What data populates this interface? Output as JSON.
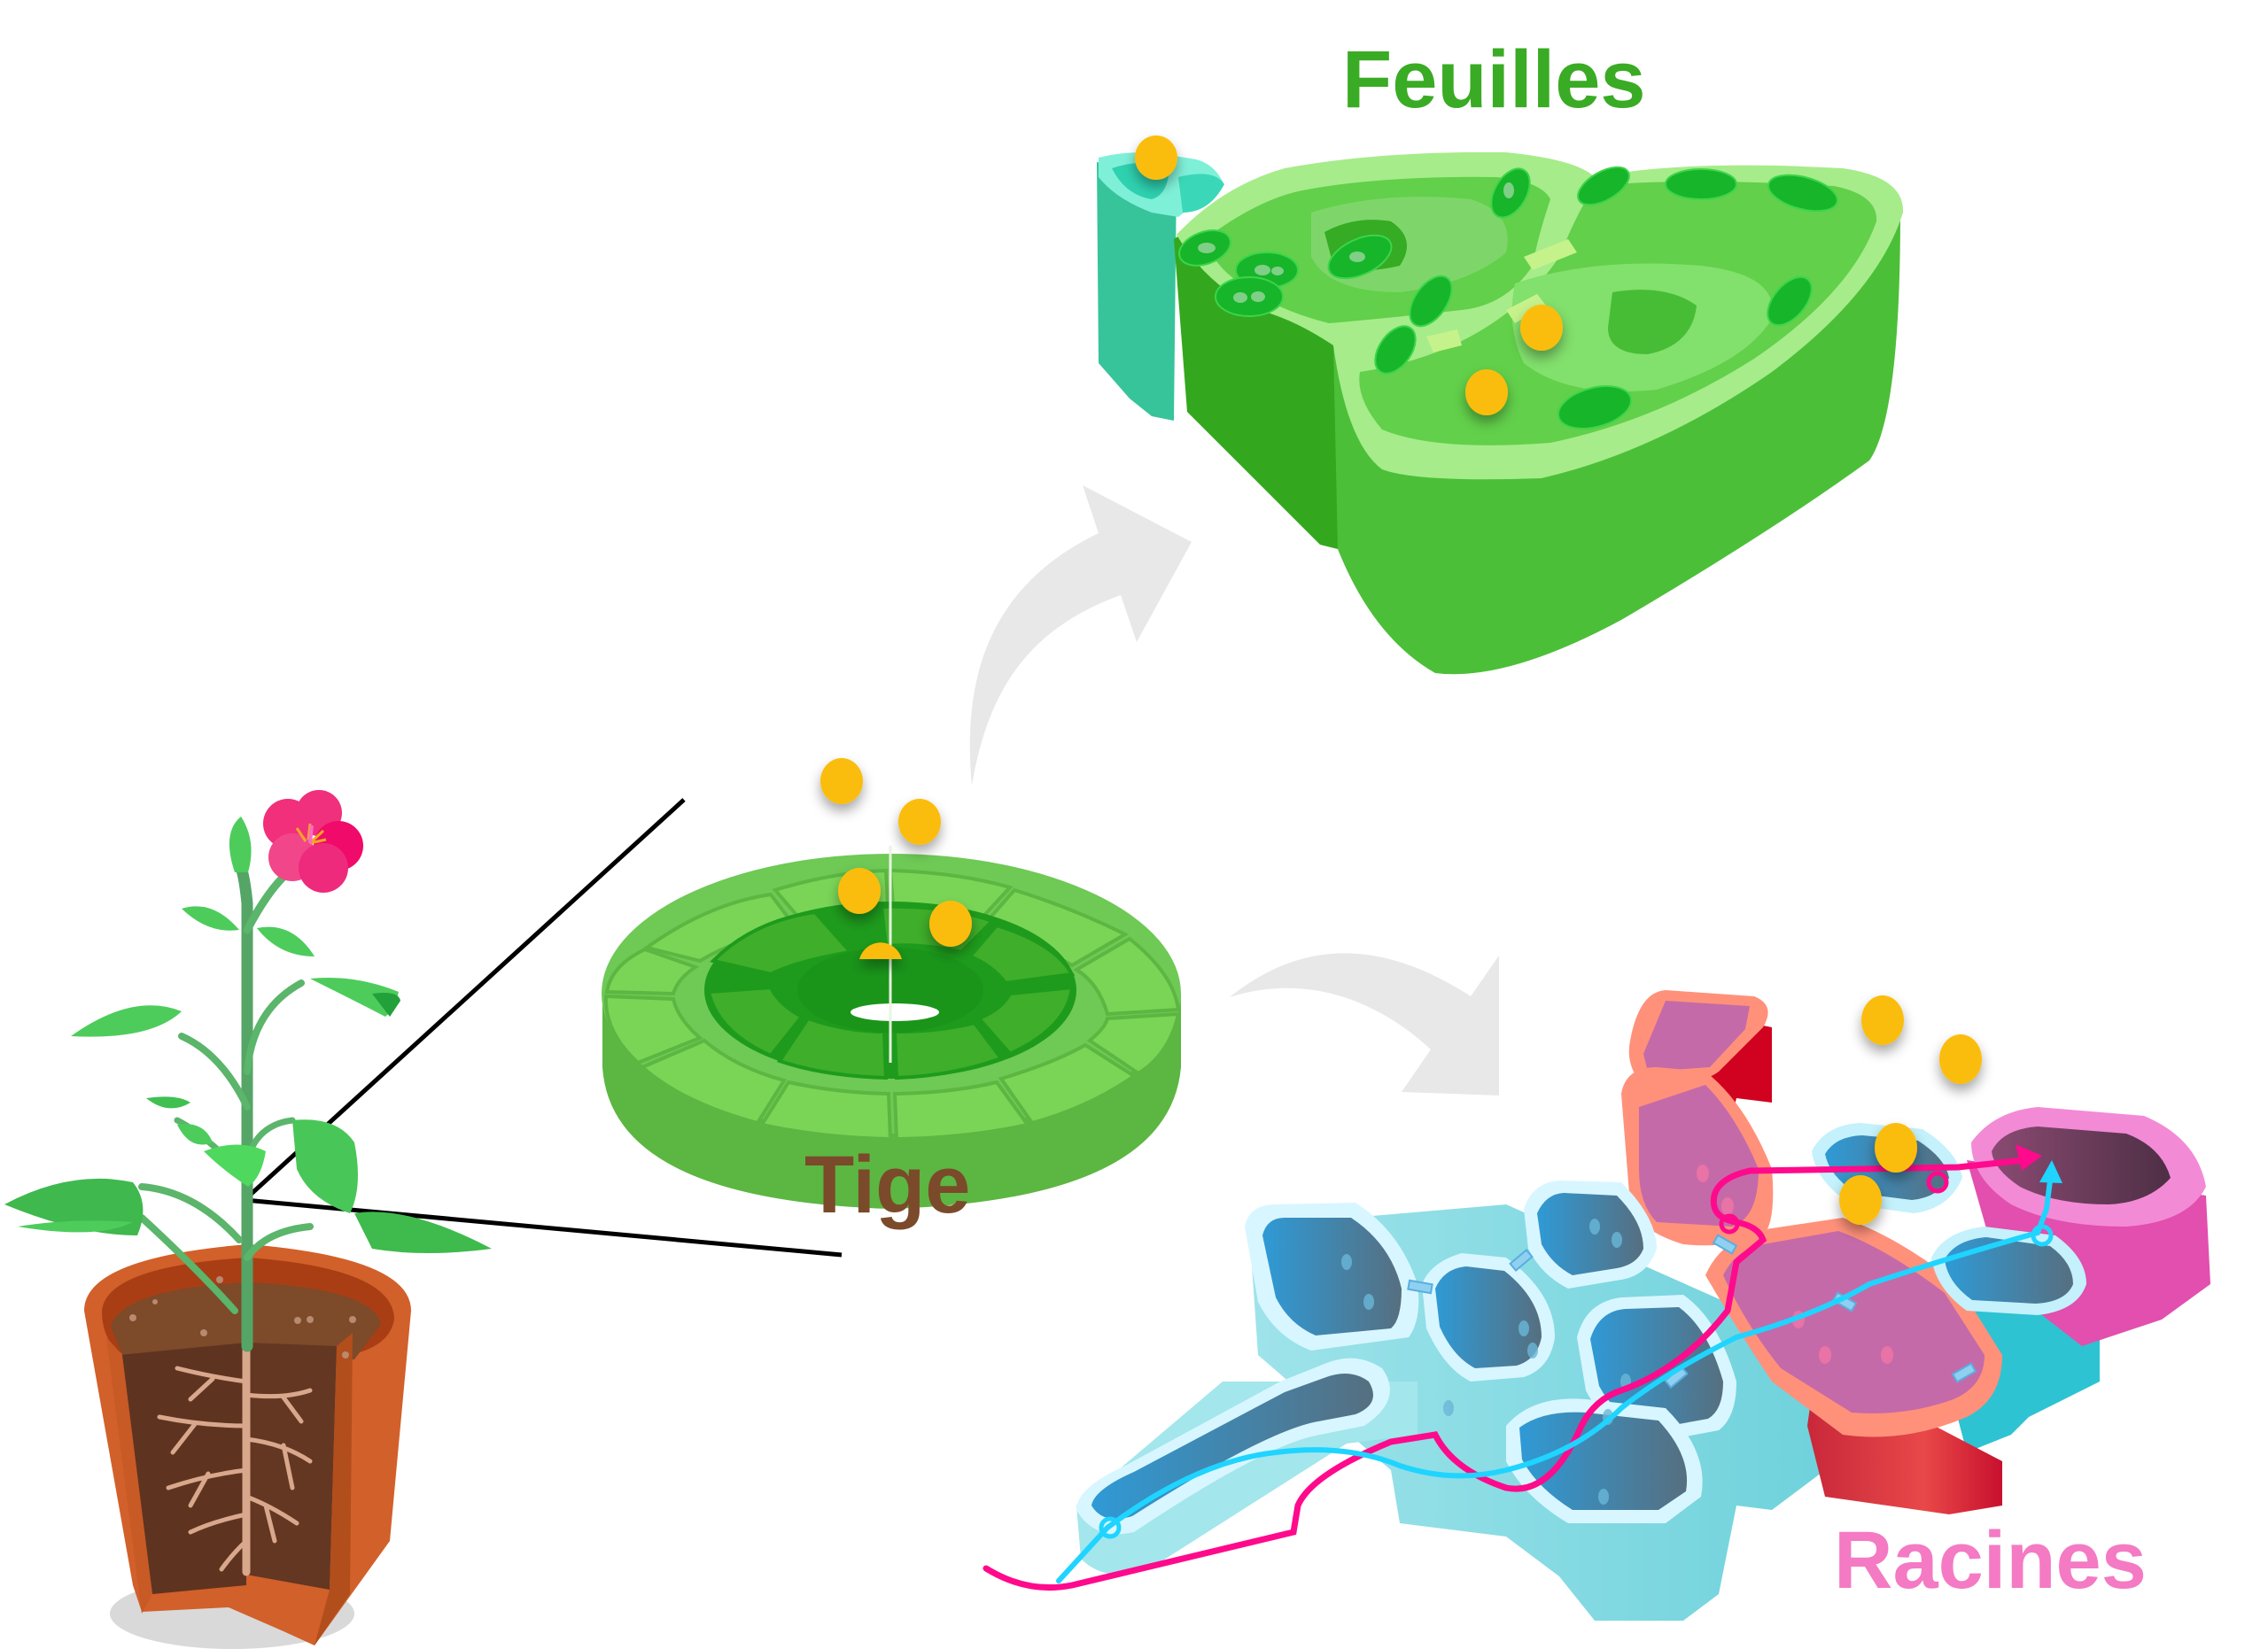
{
  "diagram": {
    "title": "Transport dans la plante",
    "labels": {
      "leaves": {
        "text": "Feuilles",
        "color": "#3aab24"
      },
      "stem": {
        "text": "Tige",
        "color": "#7b4a2a"
      },
      "roots": {
        "text": "Racines",
        "color": "#f47ac4"
      }
    },
    "parts": [
      {
        "id": "plant",
        "name": "potted-plant",
        "description": "Plante en pot avec coupe montrant les racines"
      },
      {
        "id": "stem",
        "name": "stem-cross-section",
        "label_ref": "stem"
      },
      {
        "id": "leaves",
        "name": "leaf-cell-block",
        "label_ref": "leaves"
      },
      {
        "id": "roots",
        "name": "root-cell-block",
        "label_ref": "roots"
      }
    ],
    "arrows": [
      {
        "from": "stem",
        "to": "leaves",
        "color": "#e8e8e8"
      },
      {
        "from": "stem",
        "to": "roots",
        "color": "#e8e8e8"
      }
    ],
    "particles": {
      "color": "#fbbd08",
      "count_near_stem": 5,
      "count_near_leaves": 3,
      "count_near_roots": 4
    },
    "pathways": [
      {
        "name": "symplast-path",
        "color": "#ff0a8c"
      },
      {
        "name": "apoplast-path",
        "color": "#1fd4ff"
      }
    ],
    "palette": {
      "leaf_dark": "#34a820",
      "leaf_mid": "#4cbf38",
      "leaf_light": "#7dd86b",
      "epidermis": "#37c49a",
      "chloroplast": "#16b52a",
      "pot": "#d2602a",
      "soil": "#6b3b20",
      "root_cell": "#4a8fbf",
      "root_wall": "#d8f6ff",
      "endodermis": "#d9345a",
      "xylem": "#e456b0"
    }
  }
}
